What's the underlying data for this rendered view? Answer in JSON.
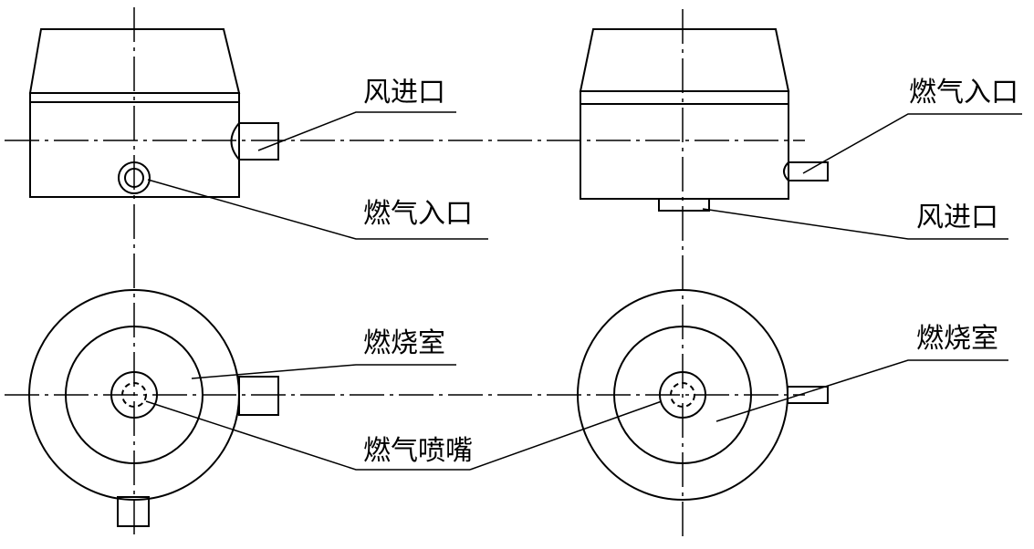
{
  "diagram": {
    "labels": {
      "left_air_inlet": "风进口",
      "left_gas_inlet": "燃气入口",
      "left_chamber": "燃烧室",
      "gas_nozzle": "燃气喷嘴",
      "right_gas_inlet": "燃气入口",
      "right_air_inlet": "风进口",
      "right_chamber": "燃烧室"
    },
    "colors": {
      "stroke": "#000000",
      "background": "#ffffff"
    }
  }
}
